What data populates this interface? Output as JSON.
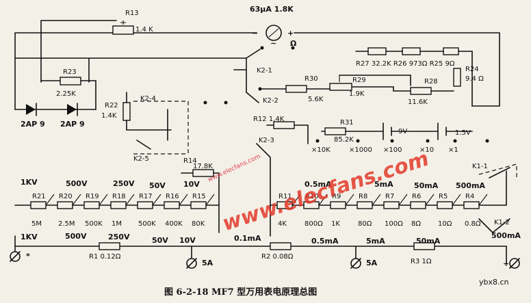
{
  "caption": "图 6-2-18   MF7 型万用表电原理总图",
  "watermark": "www.elecfans.com",
  "watermark_small": "www.elecfans.com",
  "site_mark": "ybx8.cn",
  "meter": {
    "label": "63μA  1.8K",
    "minus": "−",
    "plus": "+"
  },
  "labels": {
    "r13": "R13",
    "r13v": "1.4 K",
    "r23": "R23",
    "r23v": "2.25K",
    "d1": "2AP 9",
    "d2": "2AP 9",
    "r22": "R22",
    "r22v": "1.4K",
    "k2_1": "K2-1",
    "k2_2": "K2-2",
    "k2_3": "K2-3",
    "k2_4": "K2-4",
    "k2_5": "K2-5",
    "r30": "R30",
    "r30v": "5.6K",
    "r29": "R29",
    "r29v": "1.9K",
    "r28": "R28",
    "r28v": "11.6K",
    "r24": "R24",
    "r24v": "9.4 Ω",
    "r27row": "R27 32.2K  R26 973Ω R25 9Ω",
    "r12": "R12  1.4K",
    "r31": "R31",
    "r31v": "85.2K",
    "bat1": "9V",
    "bat2": "1.5V",
    "ohm_ranges": [
      "×10K",
      "×1000",
      "×100",
      "×10",
      "×1"
    ],
    "r14": "R14",
    "r14v": "17.8K",
    "k1_1": "K1-1",
    "k1_2": "K1-2",
    "v_top": [
      "1KV",
      "500V",
      "250V",
      "50V",
      "10V"
    ],
    "v_bottom": [
      "1KV",
      "500V",
      "250V",
      "50V",
      "10V"
    ],
    "ma_top": [
      "0.5mA",
      "5mA",
      "50mA",
      "500mA"
    ],
    "ma_bottom": [
      "0.1mA",
      "0.5mA",
      "5mA",
      "50mA",
      "500mA"
    ],
    "vres": [
      "R21",
      "R20",
      "R19",
      "R18",
      "R17",
      "R16",
      "R15"
    ],
    "vresv": [
      "5M",
      "2.5M",
      "500K",
      "1M",
      "500K",
      "400K",
      "80K"
    ],
    "ares": [
      "R11",
      "R10",
      "R9",
      "R8",
      "R7",
      "R6",
      "R5",
      "R4"
    ],
    "aresv": [
      "4K",
      "800Ω",
      "1K",
      "80Ω",
      "100Ω",
      "8Ω",
      "10Ω",
      "0.8Ω"
    ],
    "r1": "R1 0.12Ω",
    "r2": "R2 0.08Ω",
    "r3": "R3 1Ω",
    "t5a1": "5A",
    "t5a2": "5A",
    "neg": "*",
    "pos": "+",
    "on1": "~",
    "on2": "Ω"
  }
}
